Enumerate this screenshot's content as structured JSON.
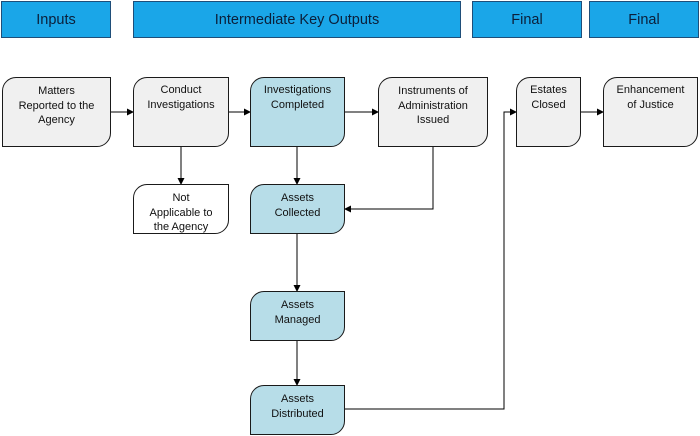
{
  "headers": {
    "inputs": "Inputs",
    "intermediate": "Intermediate Key Outputs",
    "final1": "Final",
    "final2": "Final"
  },
  "nodes": {
    "matters_reported": "Matters\nReported to the\nAgency",
    "conduct_investigations": "Conduct\nInvestigations",
    "investigations_completed": "Investigations\nCompleted",
    "instruments_issued": "Instruments of\nAdministration\nIssued",
    "estates_closed": "Estates\nClosed",
    "enhancement_justice": "Enhancement\nof Justice",
    "not_applicable": "Not\nApplicable to\nthe Agency",
    "assets_collected": "Assets\nCollected",
    "assets_managed": "Assets\nManaged",
    "assets_distributed": "Assets\nDistributed"
  },
  "colors": {
    "header_fill": "#1aa6e8",
    "node_grey": "#f0f0f0",
    "node_blue": "#b7dde8",
    "line": "#000000"
  }
}
